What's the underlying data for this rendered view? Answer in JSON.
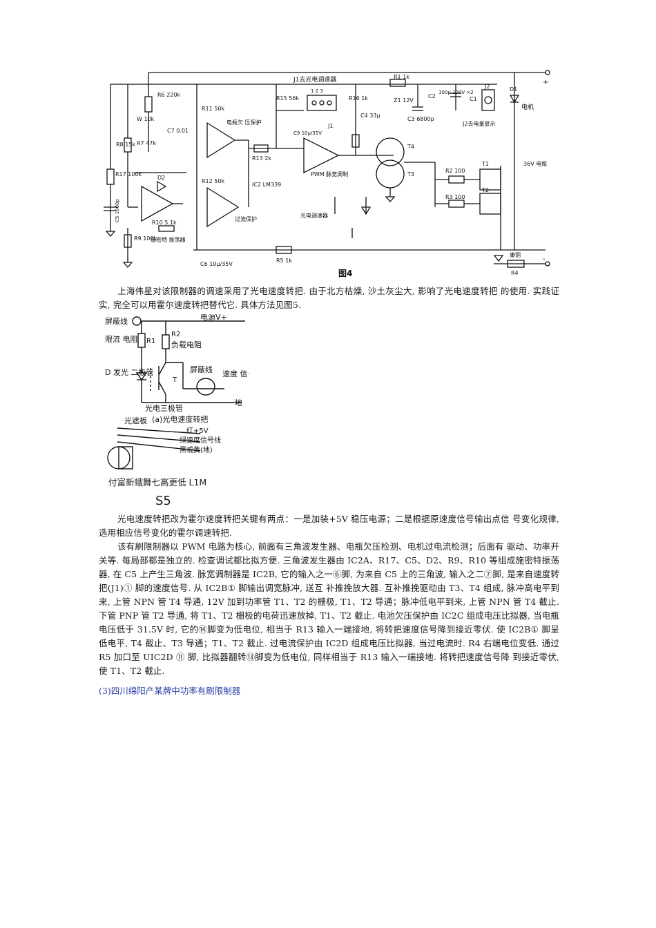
{
  "figure4": {
    "caption": "图4",
    "labels": {
      "j1_title": "J1去光电调速器",
      "r1": "R1 1k",
      "c2": "C2",
      "c2_val": "100μ 100V ×2",
      "c1": "C1",
      "j2": "J2",
      "d1": "D1",
      "motor": "电机",
      "j2_desc": "J2去电量显示",
      "battery": "36V 电瓶",
      "r6": "R6 220k",
      "w": "W 10k",
      "c7": "C7 0.01",
      "r7": "R7 47k",
      "r8": "R8 15k",
      "r17": "R17 100k",
      "c5": "C5 1000p",
      "d2": "D2",
      "r10": "R10 5.1k",
      "r9": "R9 100k",
      "osc": "施密特 振荡器",
      "r11": "R11 50k",
      "uv": "电瓶欠 压保护",
      "r13": "R13 2k",
      "r12": "R12 50k",
      "ic2": "IC2 LM339",
      "oc": "过流保护",
      "c6": "C6 10μ/35V",
      "r5": "R5 1k",
      "r15": "R15 56k",
      "c9": "C9 10μ/35V",
      "j1": "J1",
      "r16": "R16 1k",
      "z1": "Z1 12V",
      "c4": "C4 33μ",
      "c3": "C3 6800p",
      "pwm": "PWM 脉宽调制",
      "t4": "T4",
      "t3": "T3",
      "r2": "R2 100",
      "r3": "R3 100",
      "t1": "T1",
      "t2": "T2",
      "sensor": "光电调速器",
      "kangtong": "康铜",
      "r4": "R4",
      "plus": "+",
      "minus": "-",
      "pins": "1 2 3"
    }
  },
  "para1": "上海伟星对该限制器的调速采用了光电速度转把. 由于北方枯燥, 沙土灰尘大, 影响了光电速度转把 的使用. 实践证实, 完全可以用霍尔速度转把替代它. 具体方法见图5.",
  "figure5": {
    "shield1": "屏蔽线",
    "power": "电源V+",
    "r1": "R1",
    "r1_desc": "限流 电阻",
    "r2": "R2",
    "r2_desc": "负载电阻",
    "led": "D 发光 二极管",
    "t": "T",
    "shield2": "屏蔽线",
    "speed_sig": "速度 信号",
    "gnd": "地",
    "phototrans": "光电三极管",
    "shutter": "光遮板",
    "sub_a": "(a)光电速度转把",
    "red": "红+5V",
    "green": "绿速度信号线",
    "black": "黑或黄(地)"
  },
  "caption5": "付富新蛾舞七高更低 L1M",
  "s5": "S5",
  "para2": "光电速度转把改为霍尔速度转把关键有两点：一是加装+5V 稳压电源；二是根据原速度信号输出点信 号变化规律, 选用相应信号变化的霍尔调速转把.",
  "para3": "该有刷限制器以 PWM 电路为核心, 前面有三角波发生器、电瓶欠压检测、电机过电流检测；后面有 驱动、功率开关等. 每局部都是独立的. 检查调试都比拟方便. 三角波发生器由 IC2A、R17、C5、D2、R9、R10 等组成施密特振荡器, 在 C5 上产生三角波. 脉宽调制器是 IC2B, 它的输入之一⑥脚, 为来自 C5 上的三角波, 输入之二⑦脚, 是来自速度转把(J1)① 脚的速度信号. 从 IC2B① 脚输出调宽脉冲, 送互 补推挽放大器. 互补推挽驱动由 T3、T4 组成, 脉冲高电平到来, 上管 NPN 管 T4 导通, 12V 加到功率管 T1、T2 的栅极, T1、T2 导通；脉冲低电平到来, 上管 NPN 管 T4 截止. 下管 PNP 管 T2 导通, 将 T1、T2 栅极的电荷迅速放掉, T1、T2 截止. 电池欠压保护由 IC2C 组成电压比拟器, 当电瓶电压低于 31.5V 时, 它的⑭脚变为低电位, 相当于 R13 输入一端接地, 将转把速度信号降到接近零伏. 使 IC2B① 脚呈低电平, T4 截止、T3 导通；T1、T2 截止. 过电流保护由 IC2D 组成电压比拟器, 当过电流时. R4 右端电位变低. 通过 R5 加口至 UIC2D ⑪ 脚, 比拟器翻转⑬脚变为低电位, 同样相当于 R13 输入一端接地. 将转把速度信号降 到接近零伏, 使 T1、T2 截止.",
  "heading3": "(3)四川绵阳产某牌中功率有刷限制器"
}
